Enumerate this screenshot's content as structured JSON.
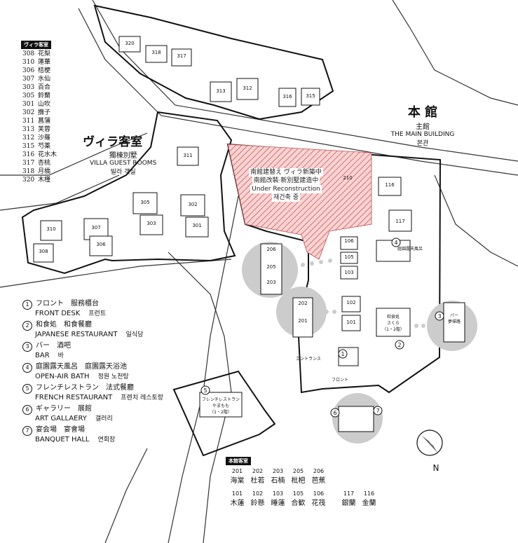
{
  "villa_rooms": {
    "header": "ヴィラ客室",
    "rooms": [
      {
        "num": "308",
        "name": "花梨"
      },
      {
        "num": "310",
        "name": "蓮華"
      },
      {
        "num": "306",
        "name": "桔梗"
      },
      {
        "num": "307",
        "name": "水仙"
      },
      {
        "num": "303",
        "name": "百合"
      },
      {
        "num": "305",
        "name": "鈴蘭"
      },
      {
        "num": "301",
        "name": "山吹"
      },
      {
        "num": "302",
        "name": "撫子"
      },
      {
        "num": "311",
        "name": "菖蒲"
      },
      {
        "num": "313",
        "name": "芙蓉"
      },
      {
        "num": "312",
        "name": "沙羅"
      },
      {
        "num": "315",
        "name": "芍薬"
      },
      {
        "num": "316",
        "name": "花水木"
      },
      {
        "num": "317",
        "name": "杏桃"
      },
      {
        "num": "318",
        "name": "月橋"
      },
      {
        "num": "320",
        "name": "木槿"
      }
    ]
  },
  "villa_area": {
    "title": "ヴィラ客室",
    "sub1": "獨棟別墅",
    "sub2": "VILLA GUEST ROOMS",
    "sub3": "빌라 객실"
  },
  "main_building": {
    "title": "本 館",
    "sub1": "主館",
    "sub2": "THE MAIN BUILDING",
    "sub3": "본관"
  },
  "reconstruction": {
    "line1": "南館建替え ヴィラ新築中",
    "line2": "南館改裝·新別墅建造中",
    "line3": "Under Reconstruction",
    "line4": "재건축 중"
  },
  "facilities": [
    {
      "num": "1",
      "jp": "フロント　服務櫃台",
      "en": "FRONT DESK",
      "ko": "프런트"
    },
    {
      "num": "2",
      "jp": "和食処　和食餐廳",
      "en": "JAPANESE RESTAURANT",
      "ko": "일식당"
    },
    {
      "num": "3",
      "jp": "バー　酒吧",
      "en": "BAR",
      "ko": "바"
    },
    {
      "num": "4",
      "jp": "庭園露天風呂　庭園露天浴池",
      "en": "OPEN-AIR BATH",
      "ko": "정원 노천탕"
    },
    {
      "num": "5",
      "jp": "フレンチレストラン　法式餐廳",
      "en": "FRENCH RESTAURANT",
      "ko": "프렌치 레스토랑"
    },
    {
      "num": "6",
      "jp": "ギャラリー　展館",
      "en": "ART GALLAERY",
      "ko": "갤러리"
    },
    {
      "num": "7",
      "jp": "宴会場　宴會場",
      "en": "BANQUET HALL",
      "ko": "연회장"
    }
  ],
  "main_rooms": {
    "header": "本館客室",
    "row1": [
      {
        "num": "201",
        "name": "海棠"
      },
      {
        "num": "202",
        "name": "杜若"
      },
      {
        "num": "203",
        "name": "石楠"
      },
      {
        "num": "205",
        "name": "枇杷"
      },
      {
        "num": "206",
        "name": "芭蕉"
      }
    ],
    "row2": [
      {
        "num": "101",
        "name": "木蓮"
      },
      {
        "num": "102",
        "name": "鈴懸"
      },
      {
        "num": "103",
        "name": "睡蓮"
      },
      {
        "num": "105",
        "name": "合歓"
      },
      {
        "num": "106",
        "name": "花筏"
      },
      {
        "num": "117",
        "name": "銀蘭"
      },
      {
        "num": "116",
        "name": "金蘭"
      }
    ]
  },
  "map_labels": {
    "r320": "320",
    "r318": "318",
    "r317": "317",
    "r313": "313",
    "r312": "312",
    "r316": "316",
    "r315": "315",
    "r311": "311",
    "r305": "305",
    "r302": "302",
    "r303": "303",
    "r301": "301",
    "r310": "310",
    "r307": "307",
    "r306": "306",
    "r308": "308",
    "r206": "206",
    "r205": "205",
    "r203": "203",
    "r202": "202",
    "r201": "201",
    "r106": "106",
    "r105": "105",
    "r103": "103",
    "r102": "102",
    "r101": "101",
    "r116": "116",
    "r117": "117",
    "r210": "210",
    "french_shop": "フレンチレストラン",
    "french_name": "やまもも",
    "french_floor": "（1・2階）",
    "sakura": "和食処",
    "sakura_name": "さくら",
    "sakura_floor": "（1・2階）",
    "bar_name": "バー",
    "bar_sub": "夢帰路",
    "entrance": "エントランス",
    "front": "フロント",
    "bath": "庭園露天風呂",
    "compass": "N"
  },
  "colors": {
    "reconstruction": "#e8a0a0",
    "bubble": "#cccccc"
  }
}
